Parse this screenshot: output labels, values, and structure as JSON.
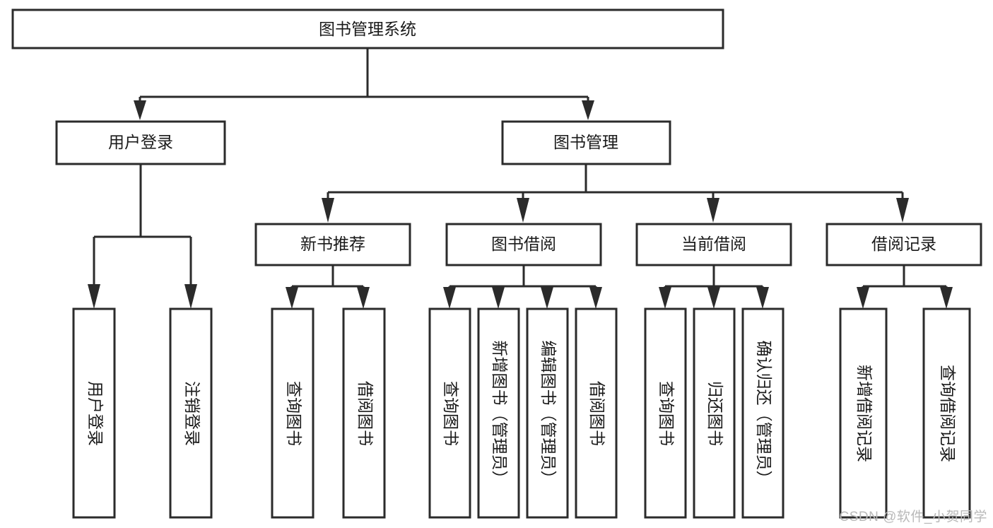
{
  "diagram": {
    "title": "图书管理系统",
    "type": "function-tree",
    "watermark": "CSDN @软件_小贺同学",
    "colors": {
      "stroke": "#2b2b2b",
      "fill": "#ffffff",
      "text": "#1a1a1a",
      "watermark": "#b9b9b9",
      "background": "#ffffff"
    },
    "levels": {
      "root": {
        "label": "图书管理系统"
      },
      "level2": [
        {
          "id": "user-login",
          "label": "用户登录"
        },
        {
          "id": "book-manage",
          "label": "图书管理"
        }
      ],
      "level3": [
        {
          "id": "new-book-recommend",
          "label": "新书推荐",
          "parent": "book-manage"
        },
        {
          "id": "book-borrow",
          "label": "图书借阅",
          "parent": "book-manage"
        },
        {
          "id": "current-borrow",
          "label": "当前借阅",
          "parent": "book-manage"
        },
        {
          "id": "borrow-record",
          "label": "借阅记录",
          "parent": "book-manage"
        }
      ],
      "leaves": [
        {
          "id": "leaf-user-login",
          "label": "用户登录",
          "parent": "user-login"
        },
        {
          "id": "leaf-logout-login",
          "label": "注销登录",
          "parent": "user-login"
        },
        {
          "id": "leaf-query-book-1",
          "label": "查询图书",
          "parent": "new-book-recommend"
        },
        {
          "id": "leaf-borrow-book-1",
          "label": "借阅图书",
          "parent": "new-book-recommend"
        },
        {
          "id": "leaf-query-book-2",
          "label": "查询图书",
          "parent": "book-borrow"
        },
        {
          "id": "leaf-add-book",
          "label": "新增图书（管理员）",
          "parent": "book-borrow"
        },
        {
          "id": "leaf-edit-book",
          "label": "编辑图书（管理员）",
          "parent": "book-borrow"
        },
        {
          "id": "leaf-borrow-book-2",
          "label": "借阅图书",
          "parent": "book-borrow"
        },
        {
          "id": "leaf-query-book-3",
          "label": "查询图书",
          "parent": "current-borrow"
        },
        {
          "id": "leaf-return-book",
          "label": "归还图书",
          "parent": "current-borrow"
        },
        {
          "id": "leaf-confirm-return",
          "label": "确认归还（管理员）",
          "parent": "current-borrow"
        },
        {
          "id": "leaf-add-record",
          "label": "新增借阅记录",
          "parent": "borrow-record"
        },
        {
          "id": "leaf-query-record",
          "label": "查询借阅记录",
          "parent": "borrow-record"
        }
      ]
    }
  }
}
